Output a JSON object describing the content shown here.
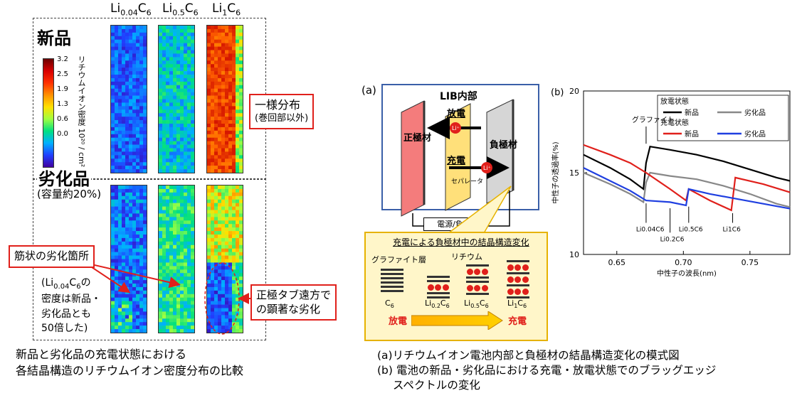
{
  "left": {
    "columns": [
      {
        "base": "Li",
        "sub": "0.04",
        "suffix": "C",
        "suffix_sub": "6"
      },
      {
        "base": "Li",
        "sub": "0.5",
        "suffix": "C",
        "suffix_sub": "6"
      },
      {
        "base": "Li",
        "sub": "1",
        "suffix": "C",
        "suffix_sub": "6"
      }
    ],
    "new_title": "新品",
    "aged_title": "劣化品",
    "aged_sub": "(容量約20%)",
    "colorbar_ticks": [
      "3.2",
      "2.5",
      "1.9",
      "1.3",
      "0.6",
      "0.0"
    ],
    "colorbar_label": "リチウムイオン密度 10²⁰ / cm²",
    "uniform_box": {
      "line1": "一様分布",
      "line2": "(巻回部以外)"
    },
    "streak_box": "筋状の劣化箇所",
    "tab_box": {
      "line1": "正極タブ遠方で",
      "line2": "の顕著な劣化"
    },
    "density_note": [
      "(Li",
      "0.04",
      "C",
      "6",
      "の",
      "密度は新品・",
      "劣化品とも",
      "50倍した)"
    ],
    "caption_lines": [
      "新品と劣化品の充電状態における",
      "各結晶構造のリチウムイオン密度分布の比較"
    ]
  },
  "middle": {
    "panel_label": "(a)",
    "title": "LIB内部",
    "discharge": "放電",
    "charge": "充電",
    "positive": "正極材",
    "negative": "負極材",
    "separator": "セパレータ",
    "li_ion": "Li⁺",
    "power": "電源/負荷",
    "struct_title": "充電による負極材中の結晶構造変化",
    "graphite_layer": "グラファイト層",
    "lithium": "リチウム",
    "stages": [
      {
        "base": "C",
        "sub": "6"
      },
      {
        "base": "Li",
        "sub": "0.2",
        "suffix": "C",
        "suffix_sub": "6"
      },
      {
        "base": "Li",
        "sub": "0.5",
        "suffix": "C",
        "suffix_sub": "6"
      },
      {
        "base": "Li",
        "sub": "1",
        "suffix": "C",
        "suffix_sub": "6"
      }
    ],
    "discharge_bottom": "放電",
    "charge_bottom": "充電"
  },
  "captions_right": [
    "(a)リチウムイオン電池内部と負極材の結晶構造変化の模式図",
    "(b) 電池の新品・劣化品における充電・放電状態でのブラッグエッジ",
    "スペクトルの変化"
  ],
  "chart_data": {
    "type": "line",
    "panel_label": "(b)",
    "xlabel": "中性子の波長(nm)",
    "ylabel": "中性子の透過率(%)",
    "xlim": [
      0.625,
      0.78
    ],
    "ylim": [
      10,
      20
    ],
    "xticks": [
      "0.65",
      "0.70",
      "0.75"
    ],
    "yticks": [
      "10",
      "15",
      "20"
    ],
    "legend": {
      "discharge_title": "放電状態",
      "charge_title": "充電状態",
      "new": "新品",
      "aged": "劣化品"
    },
    "annotations": [
      {
        "text": "グラファイト",
        "x": 0.672,
        "y": 16.6
      },
      {
        "text": "Li0.04C6",
        "x": 0.672,
        "y": 13.3
      },
      {
        "text": "Li0.2C6",
        "x": 0.69,
        "y": 13.0
      },
      {
        "text": "Li0.5C6",
        "x": 0.704,
        "y": 13.1
      },
      {
        "text": "Li1C6",
        "x": 0.737,
        "y": 12.7
      }
    ],
    "series": [
      {
        "name": "放電状態 新品",
        "color": "#000000",
        "x": [
          0.625,
          0.645,
          0.66,
          0.67,
          0.672,
          0.675,
          0.69,
          0.71,
          0.73,
          0.75,
          0.77,
          0.78
        ],
        "y": [
          16.1,
          15.3,
          14.6,
          14.0,
          15.6,
          16.6,
          16.4,
          16.1,
          15.7,
          15.2,
          14.7,
          14.5
        ]
      },
      {
        "name": "放電状態 劣化品",
        "color": "#888888",
        "x": [
          0.625,
          0.645,
          0.66,
          0.67,
          0.672,
          0.675,
          0.69,
          0.71,
          0.73,
          0.75,
          0.77,
          0.78
        ],
        "y": [
          15.0,
          14.3,
          13.7,
          13.2,
          14.4,
          15.0,
          14.8,
          14.6,
          14.2,
          13.7,
          13.1,
          12.9
        ]
      },
      {
        "name": "充電状態 新品",
        "color": "#e0201b",
        "x": [
          0.625,
          0.645,
          0.66,
          0.672,
          0.69,
          0.702,
          0.704,
          0.72,
          0.736,
          0.739,
          0.76,
          0.78
        ],
        "y": [
          16.7,
          16.1,
          15.6,
          15.0,
          14.0,
          13.3,
          14.0,
          13.3,
          12.7,
          14.7,
          14.3,
          13.8
        ]
      },
      {
        "name": "充電状態 劣化品",
        "color": "#1f3fe0",
        "x": [
          0.625,
          0.645,
          0.66,
          0.672,
          0.69,
          0.702,
          0.704,
          0.72,
          0.74,
          0.76,
          0.78
        ],
        "y": [
          15.3,
          14.5,
          13.9,
          13.3,
          13.2,
          13.0,
          14.0,
          13.7,
          13.4,
          13.1,
          12.8
        ]
      }
    ]
  }
}
